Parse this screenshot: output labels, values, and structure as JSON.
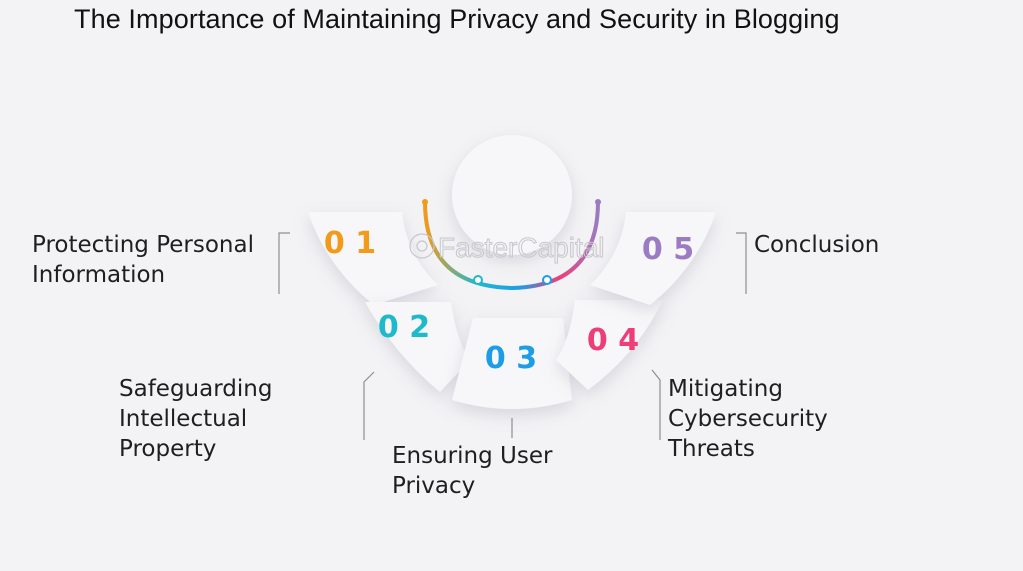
{
  "title": "The Importance of Maintaining Privacy and Security in Blogging",
  "watermark": "FasterCapital",
  "steps": [
    {
      "number": "0 1",
      "label_lines": [
        "Protecting Personal",
        "Information"
      ],
      "color": "#f29a1a"
    },
    {
      "number": "0 2",
      "label_lines": [
        "Safeguarding",
        "Intellectual",
        "Property"
      ],
      "color": "#1fb9cc"
    },
    {
      "number": "0 3",
      "label_lines": [
        "Ensuring User",
        "Privacy"
      ],
      "color": "#1e9ce6"
    },
    {
      "number": "0 4",
      "label_lines": [
        "Mitigating",
        "Cybersecurity",
        "Threats"
      ],
      "color": "#ee3e78"
    },
    {
      "number": "0 5",
      "label_lines": [
        "Conclusion"
      ],
      "color": "#9a7bc4"
    }
  ]
}
